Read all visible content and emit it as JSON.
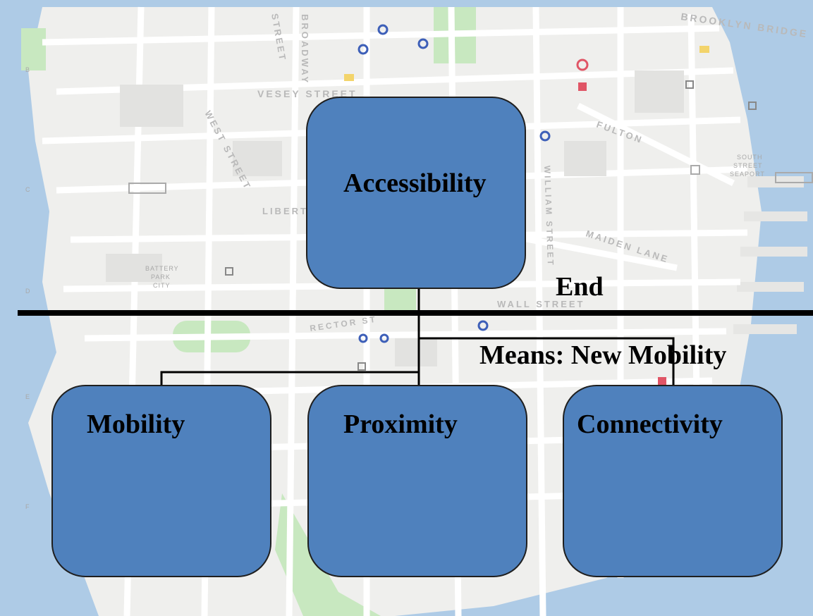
{
  "background": {
    "type": "street-map",
    "colors": {
      "water": "#aecbe6",
      "land": "#efefed",
      "park": "#c8e8c0",
      "street": "#ffffff"
    },
    "labels": {
      "brooklyn_bridge": "BROOKLYN BRIDGE",
      "vesey_street": "VESEY STREET",
      "street": "STREET",
      "broadway": "BROADWAY",
      "west_street": "WEST STREET",
      "fulton": "FULTON",
      "liberty": "LIBERTY",
      "william_street": "WILLIAM STREET",
      "maiden_lane": "MAIDEN LANE",
      "wall_street": "WALL STREET",
      "rector": "RECTOR ST",
      "battery_park_city": "BATTERY\nPARK\nCITY",
      "south_street_seaport": "SOUTH\nSTREET\nSEAPORT",
      "grid_b": "B",
      "grid_c": "C",
      "grid_d": "D",
      "grid_e": "E",
      "grid_f": "F"
    }
  },
  "diagram": {
    "box_color": "#4f81bd",
    "nodes": {
      "accessibility": "Accessibility",
      "mobility": "Mobility",
      "proximity": "Proximity",
      "connectivity": "Connectivity"
    },
    "labels": {
      "end": "End",
      "means": "Means: New Mobility"
    }
  }
}
